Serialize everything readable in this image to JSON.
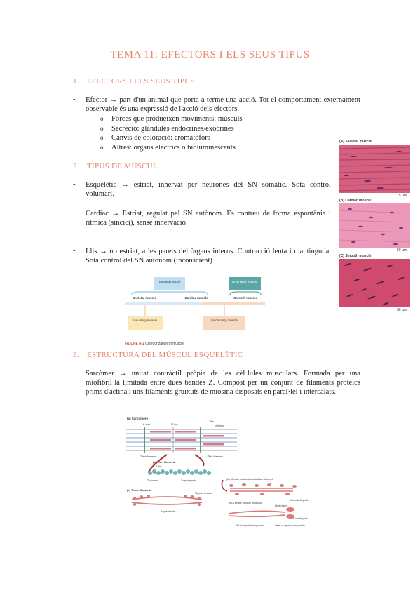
{
  "title": "TEMA 11: EFECTORS I ELS SEUS TIPUS",
  "sections": [
    {
      "num": "1.",
      "heading": "EFECTORS I ELS SEUS TIPUS"
    },
    {
      "num": "2.",
      "heading": "TIPUS DE MÚSCUL"
    },
    {
      "num": "3.",
      "heading": "ESTRUCTURA DEL MÚSCUL ESQUELÈTIC"
    }
  ],
  "dash": "-",
  "bullet_glyph": "o",
  "s1": {
    "para": "Efector → part d'un animal que porta a terme una acció. Tot el comportament externament observable és una expressió de l'acció dels efectors.",
    "bullets": [
      "Forces que produeixen moviments: músculs",
      "Secreció: glàndules endocrines/exocrines",
      "Canvis de coloració: cromatòfors",
      "Altres: òrgans elèctrics o bioluminescents"
    ]
  },
  "s2": {
    "items": [
      "Esquelètic → estriat, innervat per neurones del SN somàtic. Sota control voluntari.",
      "Cardíac → Estriat, regulat pel SN autònom. Es contreu de forma espontània i rítmica (sincici), sense innervació.",
      "Llis → no estriat, a les parets del òrgans interns. Contracció lenta i mantinguda. Sota control del SN autònom (inconscient)"
    ]
  },
  "diagram": {
    "striated": "Striated muscle",
    "unstriated": "Unstriated muscle",
    "skeletal": "Skeletal muscle",
    "cardiac": "Cardiac muscle",
    "smooth": "Smooth muscle",
    "voluntary": "Voluntary muscle",
    "involuntary": "Involuntary muscle",
    "caption_num": "FIGURE 8-1",
    "caption_text": "Categorization of muscle."
  },
  "histology": {
    "a_label": "(A) Skeletal muscle",
    "b_label": "(B) Cardiac muscle",
    "c_label": "(C) Smooth muscle",
    "a_scale": "75 µm",
    "b_scale": "50 µm",
    "c_scale": "30 µm"
  },
  "s3": {
    "para": "Sarcòmer → unitat contràctil pròpia de les cèl·lules musculars. Formada per una miofibril·la limitada entre dues bandes Z. Compost per un conjunt de filaments proteics prims d'actina i uns filaments gruixuts de miosina disposats en paral·lel i intercalats."
  },
  "sarcomere": {
    "a": "(a) Sarcomere",
    "zdisc": "Z disc",
    "mline": "M line",
    "titin": "Titin",
    "nebulin": "Nebulin",
    "thick": "Thick filament",
    "thin": "Thin filament",
    "b": "(b) Thin filament",
    "actin": "Actin",
    "tropomyosin": "Tropomyosin",
    "troponin": "Troponin",
    "c": "(c) Thick filaments",
    "heads": "Myosin heads",
    "tails": "Myosin tails",
    "d": "(d) Myosin molecules of a thick filament",
    "e": "(e) A single myosin molecule",
    "light": "Light chains",
    "actin_site": "Actin-binding site",
    "atp_site": "ATP-binding site",
    "tail_heavy": "Tail of myosin heavy chain",
    "head_heavy": "Head of myosin heavy chain"
  },
  "colors": {
    "accent": "#e8836a",
    "skeletal_bg": "#c9456f",
    "cardiac_bg": "#e07fa6",
    "smooth_bg": "#c73a5e"
  }
}
